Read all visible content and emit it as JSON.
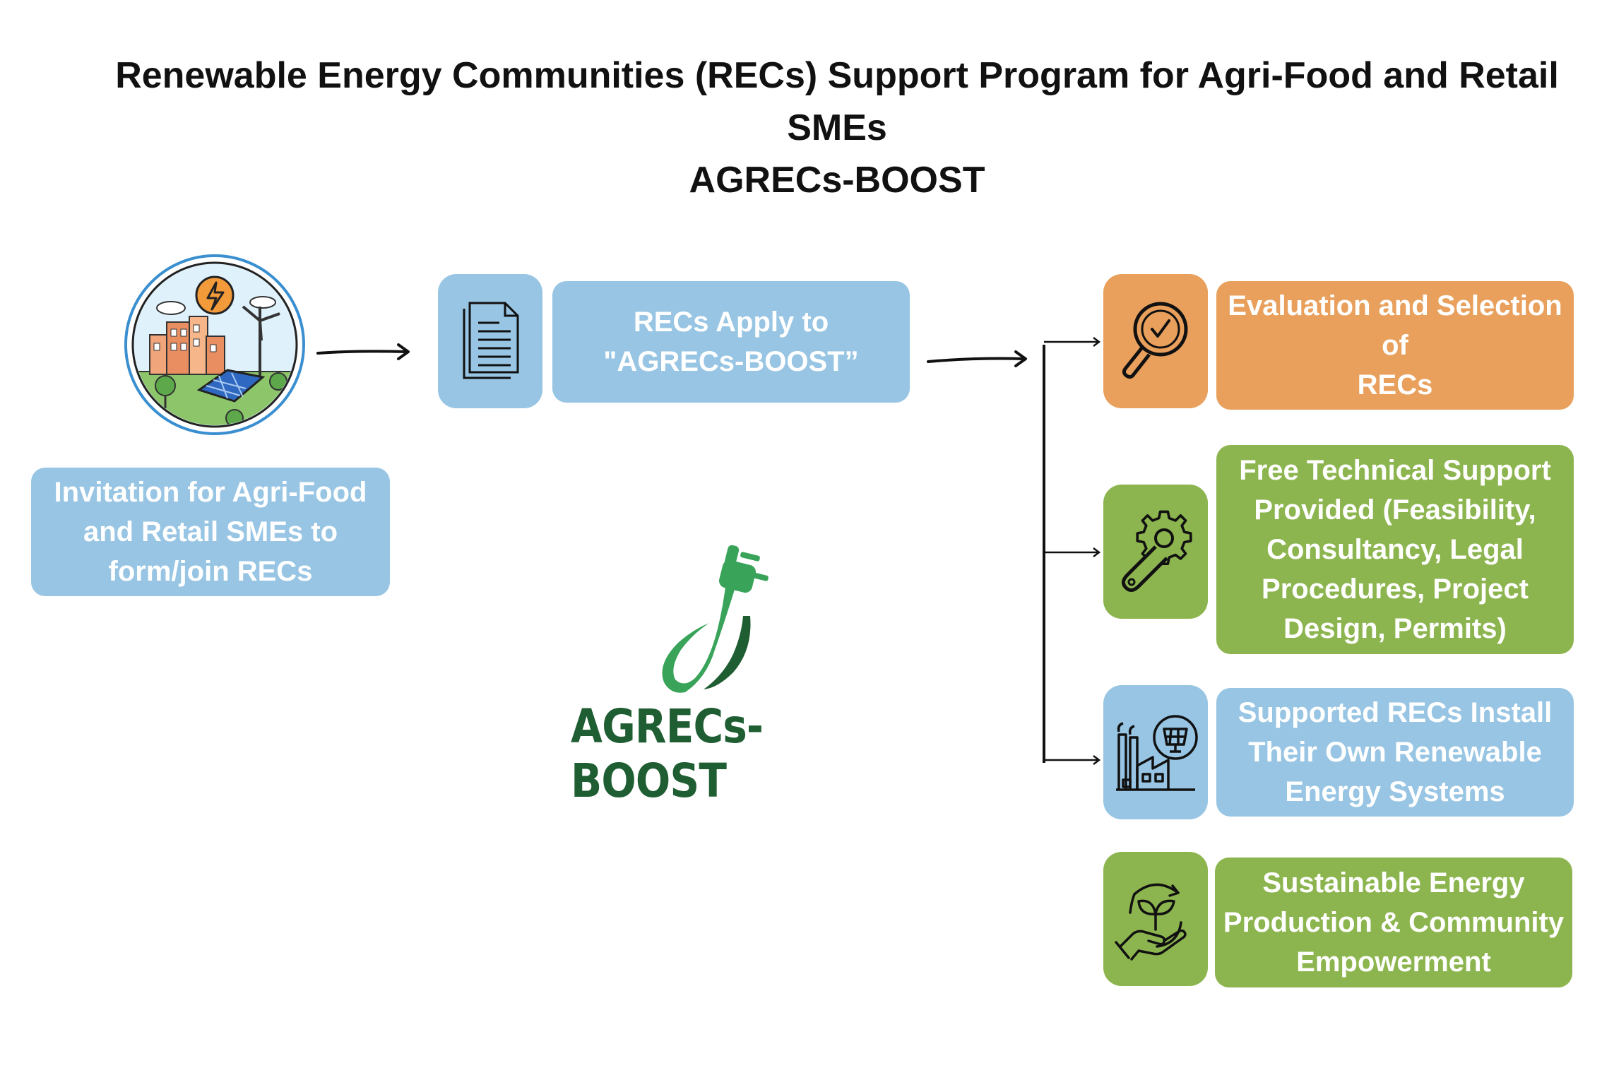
{
  "title": {
    "line1": "Renewable Energy Communities (RECs) Support Program for Agri-Food and Retail",
    "line2": "SMEs",
    "line3": "AGRECs-BOOST"
  },
  "steps": {
    "invitation": {
      "lines": [
        "Invitation for Agri-Food",
        "and Retail SMEs to",
        "form/join RECs"
      ],
      "icon": "renewable-city-icon"
    },
    "apply": {
      "lines": [
        "RECs Apply to",
        "\"AGRECs-BOOST”"
      ],
      "icon": "document-icon"
    },
    "evaluation": {
      "lines": [
        "Evaluation and Selection",
        "of",
        "RECs"
      ],
      "icon": "magnifier-check-icon"
    },
    "technical": {
      "lines": [
        "Free Technical Support",
        "Provided (Feasibility,",
        "Consultancy, Legal",
        "Procedures, Project",
        "Design, Permits)"
      ],
      "icon": "wrench-gear-icon"
    },
    "install": {
      "lines": [
        "Supported RECs Install",
        "Their Own Renewable",
        "Energy Systems"
      ],
      "icon": "factory-solar-icon"
    },
    "sustainable": {
      "lines": [
        "Sustainable Energy",
        "Production & Community",
        "Empowerment"
      ],
      "icon": "hand-plant-icon"
    }
  },
  "logo": {
    "text": "AGRECs-BOOST",
    "icon": "plug-leaf-logo-icon"
  },
  "colors": {
    "blue": "#97c5e3",
    "orange": "#e8a05c",
    "green": "#8db54f",
    "logo_green": "#1f5e32"
  }
}
